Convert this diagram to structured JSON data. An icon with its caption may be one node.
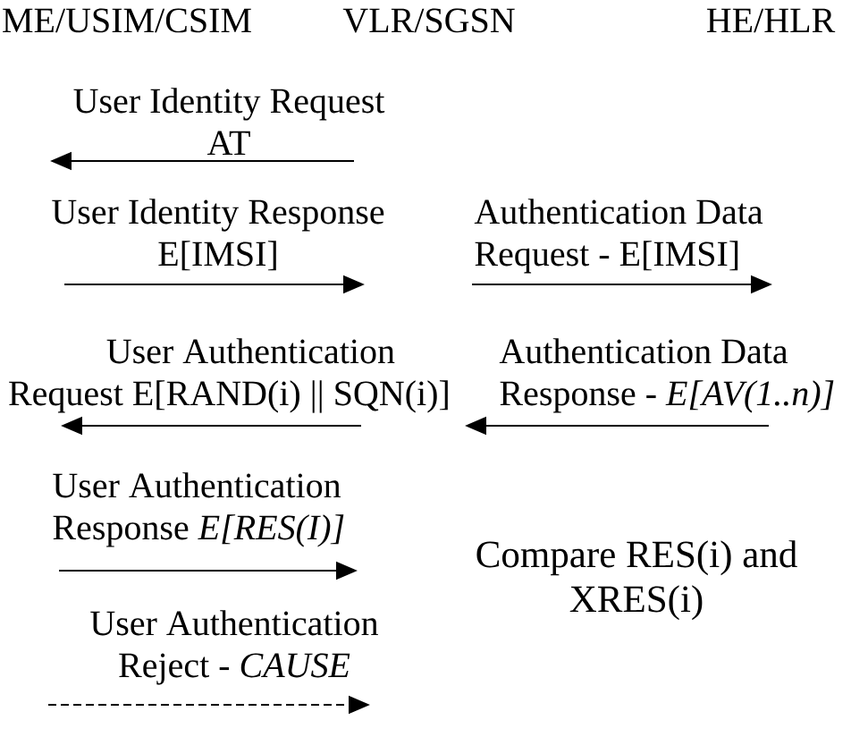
{
  "diagram": {
    "labels": [
      "ME/USIM/CSIM",
      "VLR/SGSN",
      "HE/HLR",
      "User Identity Request AT",
      "User Identity Response E[IMSI]",
      "Authentication Data Request - E[IMSI]",
      "User Authentication Request E[RAND(i) || SQN(i)]",
      "Authentication Data Response - *E[AV(1..n)]*",
      "User Authentication Response *E[RES(I)]*",
      "Compare RES(i) and XRES(i)",
      "User Authentication Reject - *CAUSE*"
    ]
  }
}
